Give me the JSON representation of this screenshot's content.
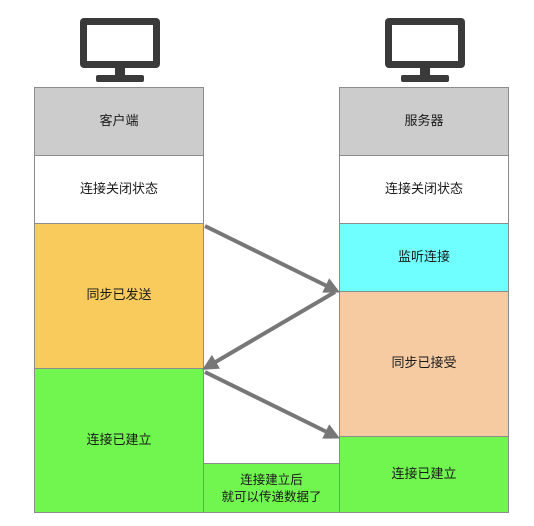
{
  "client": {
    "title": "客户端",
    "states": {
      "closed": "连接关闭状态",
      "syn_sent": "同步已发送",
      "established": "连接已建立"
    }
  },
  "server": {
    "title": "服务器",
    "states": {
      "closed": "连接关闭状态",
      "listen": "监听连接",
      "syn_received": "同步已接受",
      "established": "连接已建立"
    }
  },
  "note": {
    "line1": "连接建立后",
    "line2": "就可以传递数据了"
  },
  "icons": {
    "client_computer": "monitor-icon",
    "server_computer": "monitor-icon"
  },
  "colors": {
    "header": "#cccccc",
    "closed": "#ffffff",
    "syn_sent": "#f8cb5c",
    "established": "#71f650",
    "listen": "#70ffff",
    "syn_received": "#f7cba2",
    "arrow": "#777777",
    "monitor": "#3a3a3a"
  }
}
